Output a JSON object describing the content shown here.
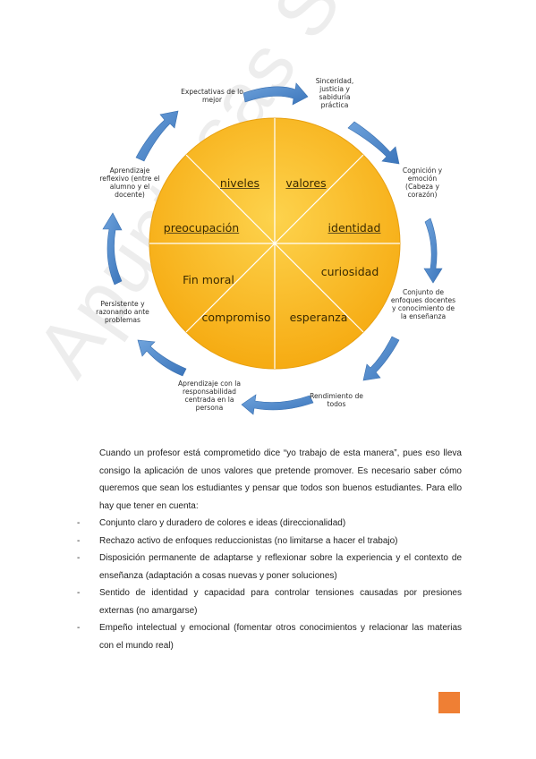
{
  "watermark": "Apuntesas SB",
  "diagram": {
    "cycle_nodes": [
      "Expectativas de lo mejor",
      "Sinceridad, justicia y sabiduría práctica",
      "Cognición y emoción (Cabeza y corazón)",
      "Conjunto de enfoques docentes y conocimiento de la enseñanza",
      "Rendimiento de todos",
      "Aprendizaje con la responsabilidad centrada en la persona",
      "Persistente y razonando ante problemas",
      "Aprendizaje reflexivo (entre el alumno y el docente)"
    ],
    "circle_segments": [
      "niveles",
      "valores",
      "preocupación",
      "identidad",
      "Fin moral",
      "curiosidad",
      "compromiso",
      "esperanza"
    ],
    "colors": {
      "circle_fill": "#f9b81c",
      "circle_fill_light": "#fdd34d",
      "arrow": "#4a86c8"
    }
  },
  "text": {
    "paragraph": "Cuando un profesor está comprometido dice “yo trabajo de esta manera”, pues eso lleva consigo la aplicación de unos valores que pretende promover. Es necesario saber cómo queremos que sean los estudiantes y pensar que todos son buenos estudiantes. Para ello hay que tener en cuenta:",
    "bullet_marker": "-",
    "bullets": [
      "Conjunto claro y duradero de colores e ideas (direccionalidad)",
      "Rechazo activo de enfoques reduccionistas (no limitarse a hacer el trabajo)",
      "Disposición permanente de adaptarse y reflexionar sobre la experiencia y el contexto de enseñanza (adaptación a cosas nuevas y poner soluciones)",
      "Sentido de identidad y capacidad para controlar tensiones causadas por presiones externas (no amargarse)",
      "Empeño intelectual y emocional (fomentar otros conocimientos y relacionar las materias con el mundo real)"
    ]
  }
}
